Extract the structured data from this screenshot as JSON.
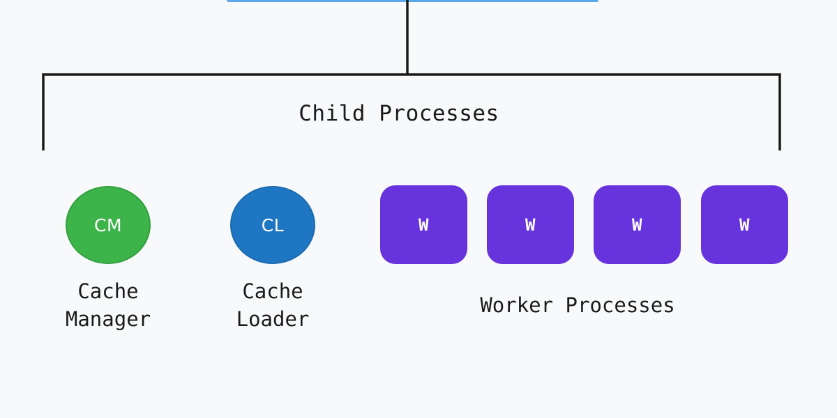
{
  "diagram": {
    "title": "Child Processes",
    "background_color": "#f8f9fa",
    "parent_node": {
      "name": "parent-node-sliver",
      "color": "#5ba9e8",
      "note": "partially cropped at top edge"
    },
    "group_bracket": {
      "name": "child-processes-bracket",
      "stroke_color": "#1a1a1a",
      "stroke_width": 3,
      "label": "Child Processes"
    },
    "nodes": [
      {
        "id": "cache-manager",
        "abbrev": "CM",
        "caption": "Cache\nManager",
        "shape": "circle",
        "color": "#3cb44a",
        "border_color": "#32a03f",
        "text_color": "#ffffff"
      },
      {
        "id": "cache-loader",
        "abbrev": "CL",
        "caption": "Cache\nLoader",
        "shape": "circle",
        "color": "#1f77c4",
        "border_color": "#1b6aaf",
        "text_color": "#ffffff"
      },
      {
        "id": "worker-1",
        "abbrev": "W",
        "shape": "rounded-box",
        "color": "#6633dd",
        "text_color": "#ffffff"
      },
      {
        "id": "worker-2",
        "abbrev": "W",
        "shape": "rounded-box",
        "color": "#6633dd",
        "text_color": "#ffffff"
      },
      {
        "id": "worker-3",
        "abbrev": "W",
        "shape": "rounded-box",
        "color": "#6633dd",
        "text_color": "#ffffff"
      },
      {
        "id": "worker-4",
        "abbrev": "W",
        "shape": "rounded-box",
        "color": "#6633dd",
        "text_color": "#ffffff"
      }
    ],
    "group_captions": {
      "worker_processes": "Worker Processes"
    }
  }
}
